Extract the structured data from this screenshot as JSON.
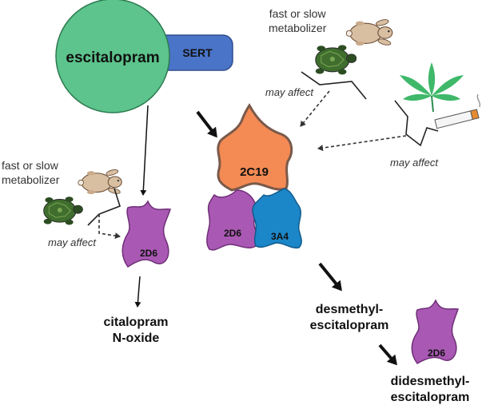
{
  "drug": {
    "name": "escitalopram",
    "transporter": "SERT"
  },
  "enzymes": {
    "cyp2c19": "2C19",
    "cyp2d6_main": "2D6",
    "cyp3a4": "3A4",
    "cyp2d6_left": "2D6",
    "cyp2d6_right": "2D6"
  },
  "metabolites": {
    "n_oxide_line1": "citalopram",
    "n_oxide_line2": "N-oxide",
    "desmethyl_line1": "desmethyl-",
    "desmethyl_line2": "escitalopram",
    "didesmethyl_line1": "didesmethyl-",
    "didesmethyl_line2": "escitalopram"
  },
  "modifiers": {
    "top_metabolizer_line1": "fast or slow",
    "top_metabolizer_line2": "metabolizer",
    "top_may_affect": "may affect",
    "left_metabolizer_line1": "fast or slow",
    "left_metabolizer_line2": "metabolizer",
    "left_may_affect": "may affect",
    "smoking_may_affect": "may affect"
  },
  "colors": {
    "drug_green": "#5cc48c",
    "sert_blue": "#4a74c8",
    "enzyme_orange": "#f48a54",
    "enzyme_purple": "#a959b3",
    "enzyme_blue": "#1b86c8",
    "cannabis_green": "#3fb86a"
  }
}
